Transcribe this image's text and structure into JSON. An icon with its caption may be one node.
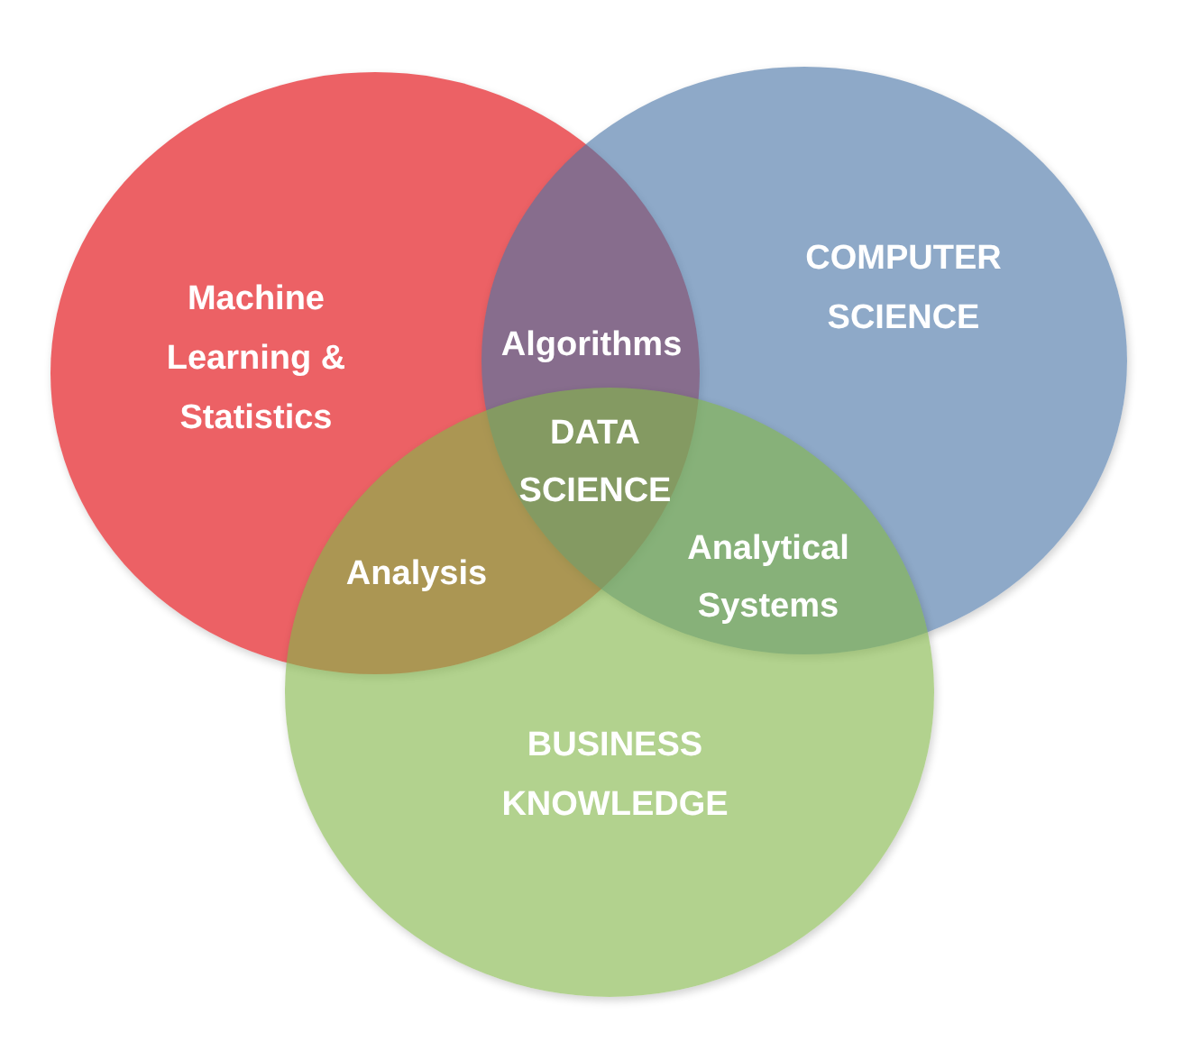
{
  "diagram": {
    "nodes": [
      {
        "text": [
          "Machine Learning & Statistics"
        ]
      },
      {
        "text": [
          "COMPUTER SCIENCE"
        ]
      },
      {
        "text": [
          "BUSINESS KNOWLEDGE"
        ]
      }
    ],
    "labels": [
      "Algorithms",
      "DATA SCIENCE",
      "Analysis",
      "Analytical Systems"
    ]
  }
}
